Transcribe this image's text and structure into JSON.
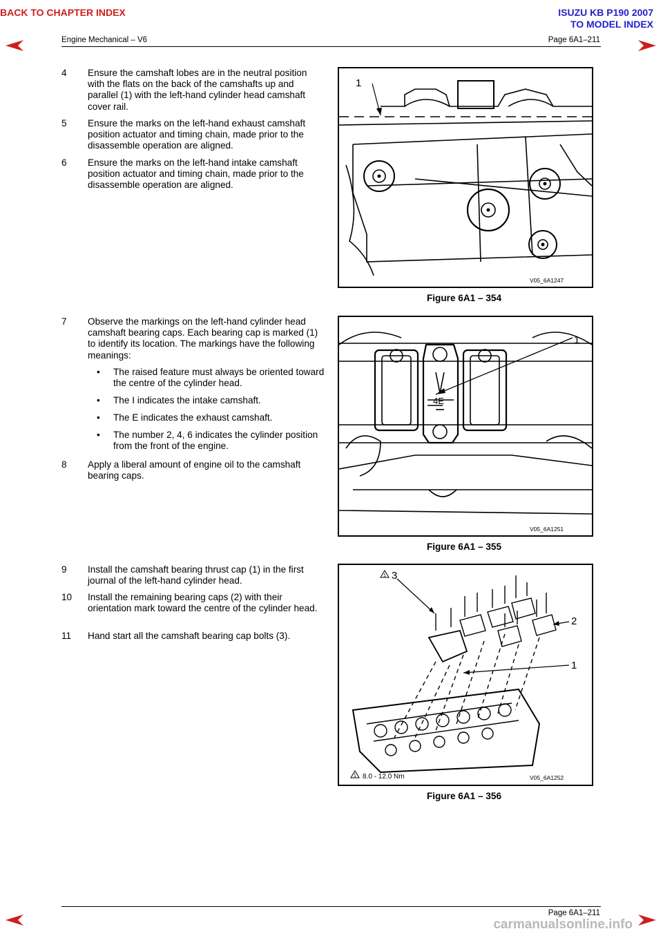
{
  "nav": {
    "back_chapter": "BACK TO CHAPTER INDEX",
    "model_line1": "ISUZU KB P190 2007",
    "model_line2": "TO MODEL INDEX",
    "arrow_color": "#cc1e1e",
    "link_red": "#cc1e1e",
    "link_blue": "#2222cc"
  },
  "header": {
    "left": "Engine Mechanical – V6",
    "right": "Page 6A1–211"
  },
  "footer": {
    "page": "Page 6A1–211",
    "watermark": "carmanualsonline.info"
  },
  "steps": [
    {
      "num": "4",
      "text": "Ensure the camshaft lobes are in the neutral position with the flats on the back of the camshafts up and parallel (1) with the left-hand cylinder head camshaft cover rail."
    },
    {
      "num": "5",
      "text": "Ensure the marks on the left-hand exhaust camshaft position actuator and timing chain, made prior to the disassemble operation are aligned."
    },
    {
      "num": "6",
      "text": "Ensure the marks on the left-hand intake camshaft position actuator and timing chain, made prior to the disassemble operation are aligned."
    },
    {
      "num": "7",
      "text": "Observe the markings on the left-hand cylinder head camshaft bearing caps. Each bearing cap is marked (1) to identify its location. The markings have the following meanings:"
    },
    {
      "num": "8",
      "text": "Apply a liberal amount of engine oil to the camshaft bearing caps."
    },
    {
      "num": "9",
      "text": "Install the camshaft bearing thrust cap (1) in the first journal of the left-hand cylinder head."
    },
    {
      "num": "10",
      "text": "Install the remaining bearing caps (2) with their orientation mark toward the centre of the cylinder head."
    },
    {
      "num": "11",
      "text": "Hand start all the camshaft bearing cap bolts (3)."
    }
  ],
  "bullets": [
    "The raised feature must always be oriented toward the centre of the cylinder head.",
    "The I indicates the intake camshaft.",
    "The E indicates the exhaust camshaft.",
    "The number 2, 4, 6 indicates the cylinder position from the front of the engine."
  ],
  "bullet_char": "•",
  "figures": [
    {
      "caption": "Figure 6A1 – 354",
      "code": "V05_6A1247",
      "callouts": [
        "1"
      ]
    },
    {
      "caption": "Figure 6A1 – 355",
      "code": "V05_6A1251",
      "callouts": [
        "1"
      ],
      "mark": "4E"
    },
    {
      "caption": "Figure 6A1 – 356",
      "code": "V05_6A1252",
      "callouts": [
        "3",
        "2",
        "1"
      ],
      "torque_ref": "1",
      "torque": "8.0 - 12.0 Nm"
    }
  ]
}
